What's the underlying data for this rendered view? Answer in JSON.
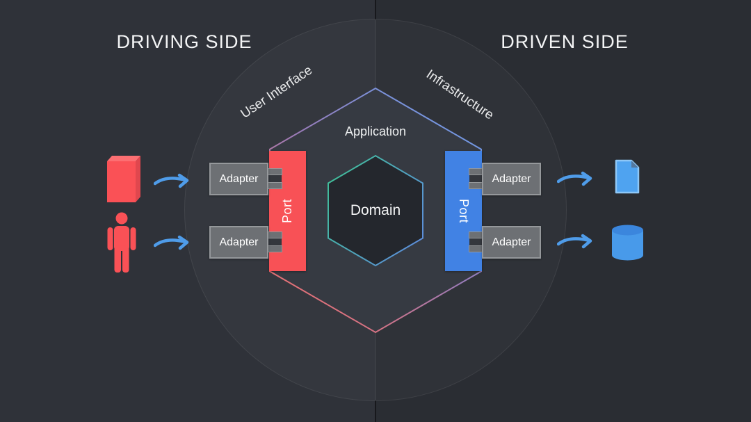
{
  "header": {
    "driving_title": "DRIVING SIDE",
    "driven_title": "DRIVEN SIDE"
  },
  "regions": {
    "driving_layer": "User Interface",
    "driven_layer": "Infrastructure"
  },
  "application": {
    "label": "Application",
    "domain_label": "Domain"
  },
  "ports": {
    "left": {
      "label": "Port",
      "color": "#f85156",
      "adapters": [
        {
          "label": "Adapter"
        },
        {
          "label": "Adapter"
        }
      ]
    },
    "right": {
      "label": "Port",
      "color": "#4182e4",
      "adapters": [
        {
          "label": "Adapter"
        },
        {
          "label": "Adapter"
        }
      ]
    }
  },
  "actors": {
    "driving": [
      {
        "icon": "app-box-icon",
        "color": "#fa5156"
      },
      {
        "icon": "user-icon",
        "color": "#fa5156"
      }
    ],
    "driven": [
      {
        "icon": "document-icon",
        "color": "#4fa3f0"
      },
      {
        "icon": "database-icon",
        "color": "#489aea"
      }
    ]
  },
  "colors": {
    "background_left": "#2f3239",
    "background_right": "#2a2d33",
    "adapter_gray": "#6d7074",
    "adapter_border": "#95989b",
    "arrow_blue": "#4f9ce9",
    "hexagon_fill": "#363a42",
    "hexagon_gradient": [
      "#6d9be8",
      "#9a7bb8",
      "#ee6f6d"
    ],
    "domain_fill": "#24272d",
    "domain_gradient": [
      "#41bd9b",
      "#5c8ed9"
    ]
  }
}
